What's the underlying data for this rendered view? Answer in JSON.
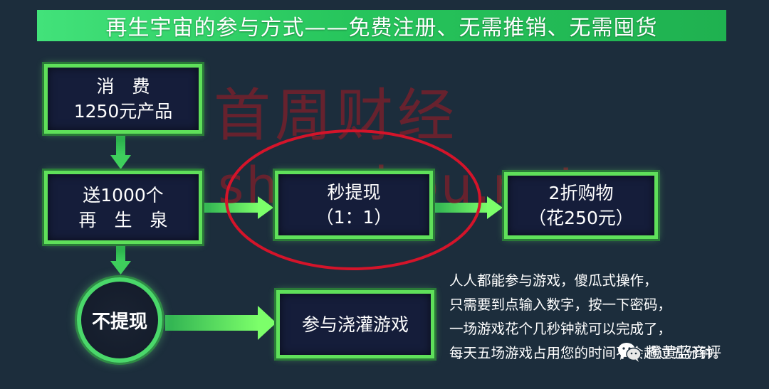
{
  "banner": {
    "title": "再生宇宙的参与方式——免费注册、无需推销、无需囤货"
  },
  "boxes": {
    "consume": {
      "line1": "消　费",
      "line2": "1250元产品"
    },
    "gift": {
      "line1": "送1000个",
      "line2": "再　生　泉"
    },
    "withdraw": {
      "line1": "秒提现",
      "line2": "（1：1）"
    },
    "discount": {
      "line1": "2折购物",
      "line2": "（花250元）"
    },
    "no_withdraw": {
      "label": "不提现"
    },
    "game": {
      "label": "参与浇灌游戏"
    }
  },
  "watermark": {
    "cn": "首周财经",
    "en": "shouzhou.net"
  },
  "notes": [
    "人人都能参与游戏，傻瓜式操作，",
    "只需要到点输入数字，按一下密码，",
    "一场游戏花个几秒钟就可以完成了，",
    "每天五场游戏占用您的时间不会超过五分钟。"
  ],
  "credit": {
    "label": "橙黄蓝商评"
  },
  "colors": {
    "background": "#1c2d3c",
    "banner": "#2fce62",
    "box_border": "#5fe05a",
    "box_fill": "#151d3a",
    "arrow": "#3ecf5c",
    "highlight_ellipse": "#d4142a",
    "watermark": "#961c26"
  },
  "icons": {
    "credit": "wechat-icon"
  }
}
